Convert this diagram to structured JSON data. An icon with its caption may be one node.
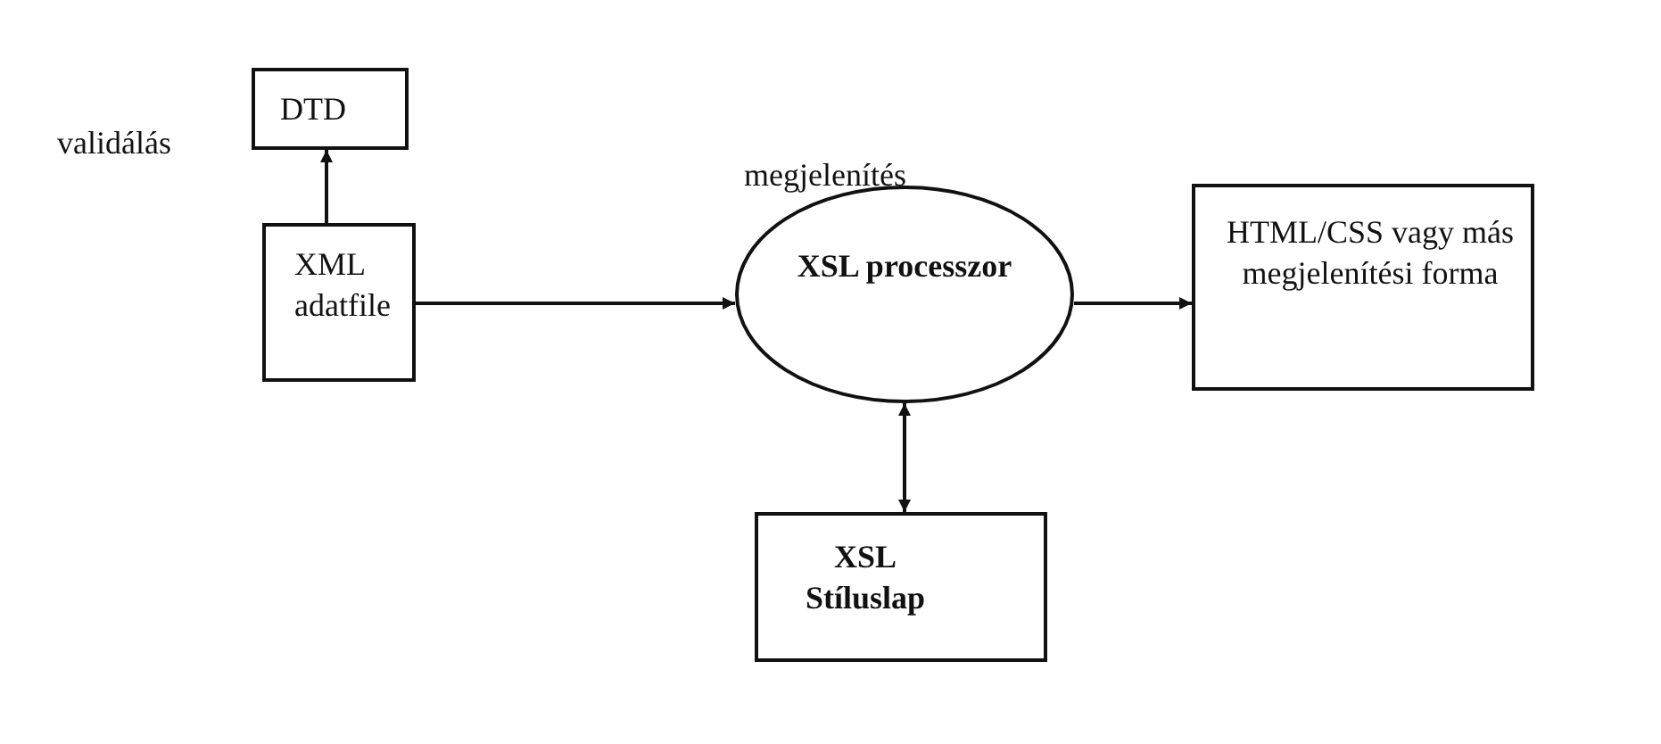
{
  "diagram": {
    "nodes": [
      {
        "text": [
          "DTD"
        ]
      },
      {
        "text": [
          "XML adatfile"
        ]
      },
      {
        "text": [
          "XSL processzor"
        ]
      },
      {
        "text": [
          "HTML/CSS vagy más megjelenítési forma"
        ]
      },
      {
        "text": [
          "XSL Stíluslap"
        ]
      }
    ],
    "edges": [
      {
        "from": 1,
        "to": 0,
        "arrow": "to"
      },
      {
        "from": 1,
        "to": 2,
        "arrow": "to"
      },
      {
        "from": 2,
        "to": 3,
        "arrow": "to"
      },
      {
        "from": 2,
        "to": 4,
        "arrow": "both"
      }
    ],
    "labels": [
      "validálás",
      "megjelenítés"
    ]
  }
}
